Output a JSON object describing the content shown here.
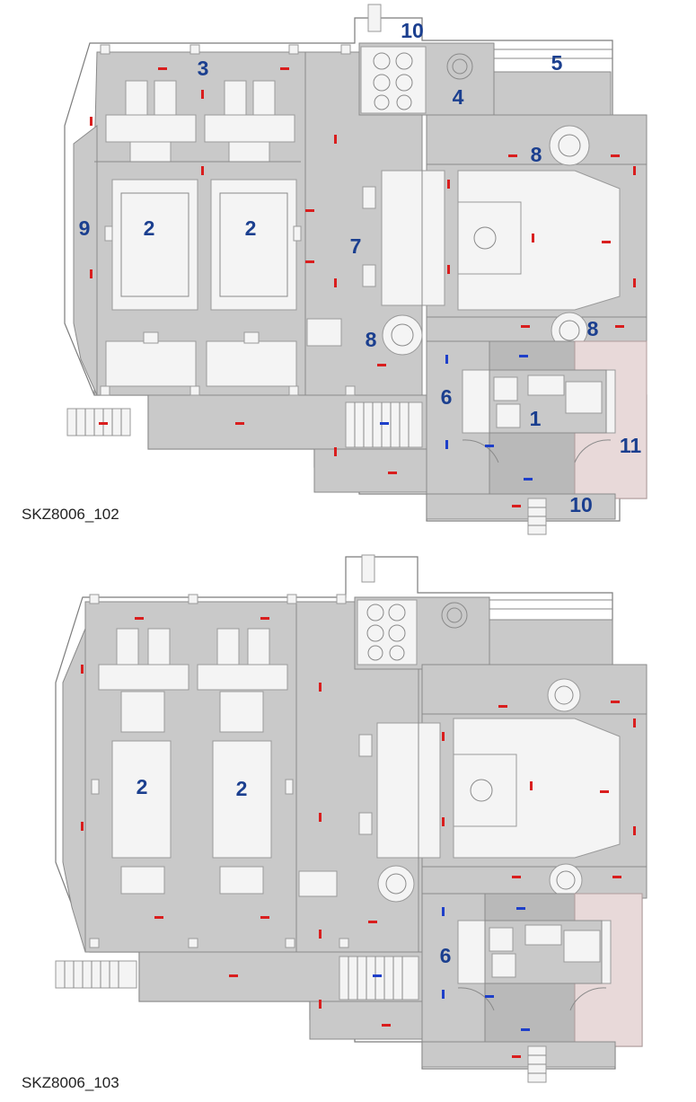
{
  "diagrams": [
    {
      "caption": "SKZ8006_102",
      "labels": {
        "compartment_1": "1",
        "generator_left": "2",
        "generator_right": "2",
        "gearbox": "3",
        "room_4": "4",
        "room_5": "5",
        "corridor_6": "6",
        "corridor_7": "7",
        "tank_top_left": "8",
        "tank_top_right": "8",
        "tank_bottom": "8",
        "side_9": "9",
        "exit_top": "10",
        "exit_bottom": "10",
        "stairs_11": "11"
      }
    },
    {
      "caption": "SKZ8006_103",
      "labels": {
        "generator_left": "2",
        "generator_right": "2",
        "corridor_6": "6"
      }
    }
  ],
  "colors": {
    "label": "#1b3f8f",
    "flow_red": "#d91e1e",
    "flow_blue": "#1e3fc9",
    "floor": "#c9c9c9"
  }
}
